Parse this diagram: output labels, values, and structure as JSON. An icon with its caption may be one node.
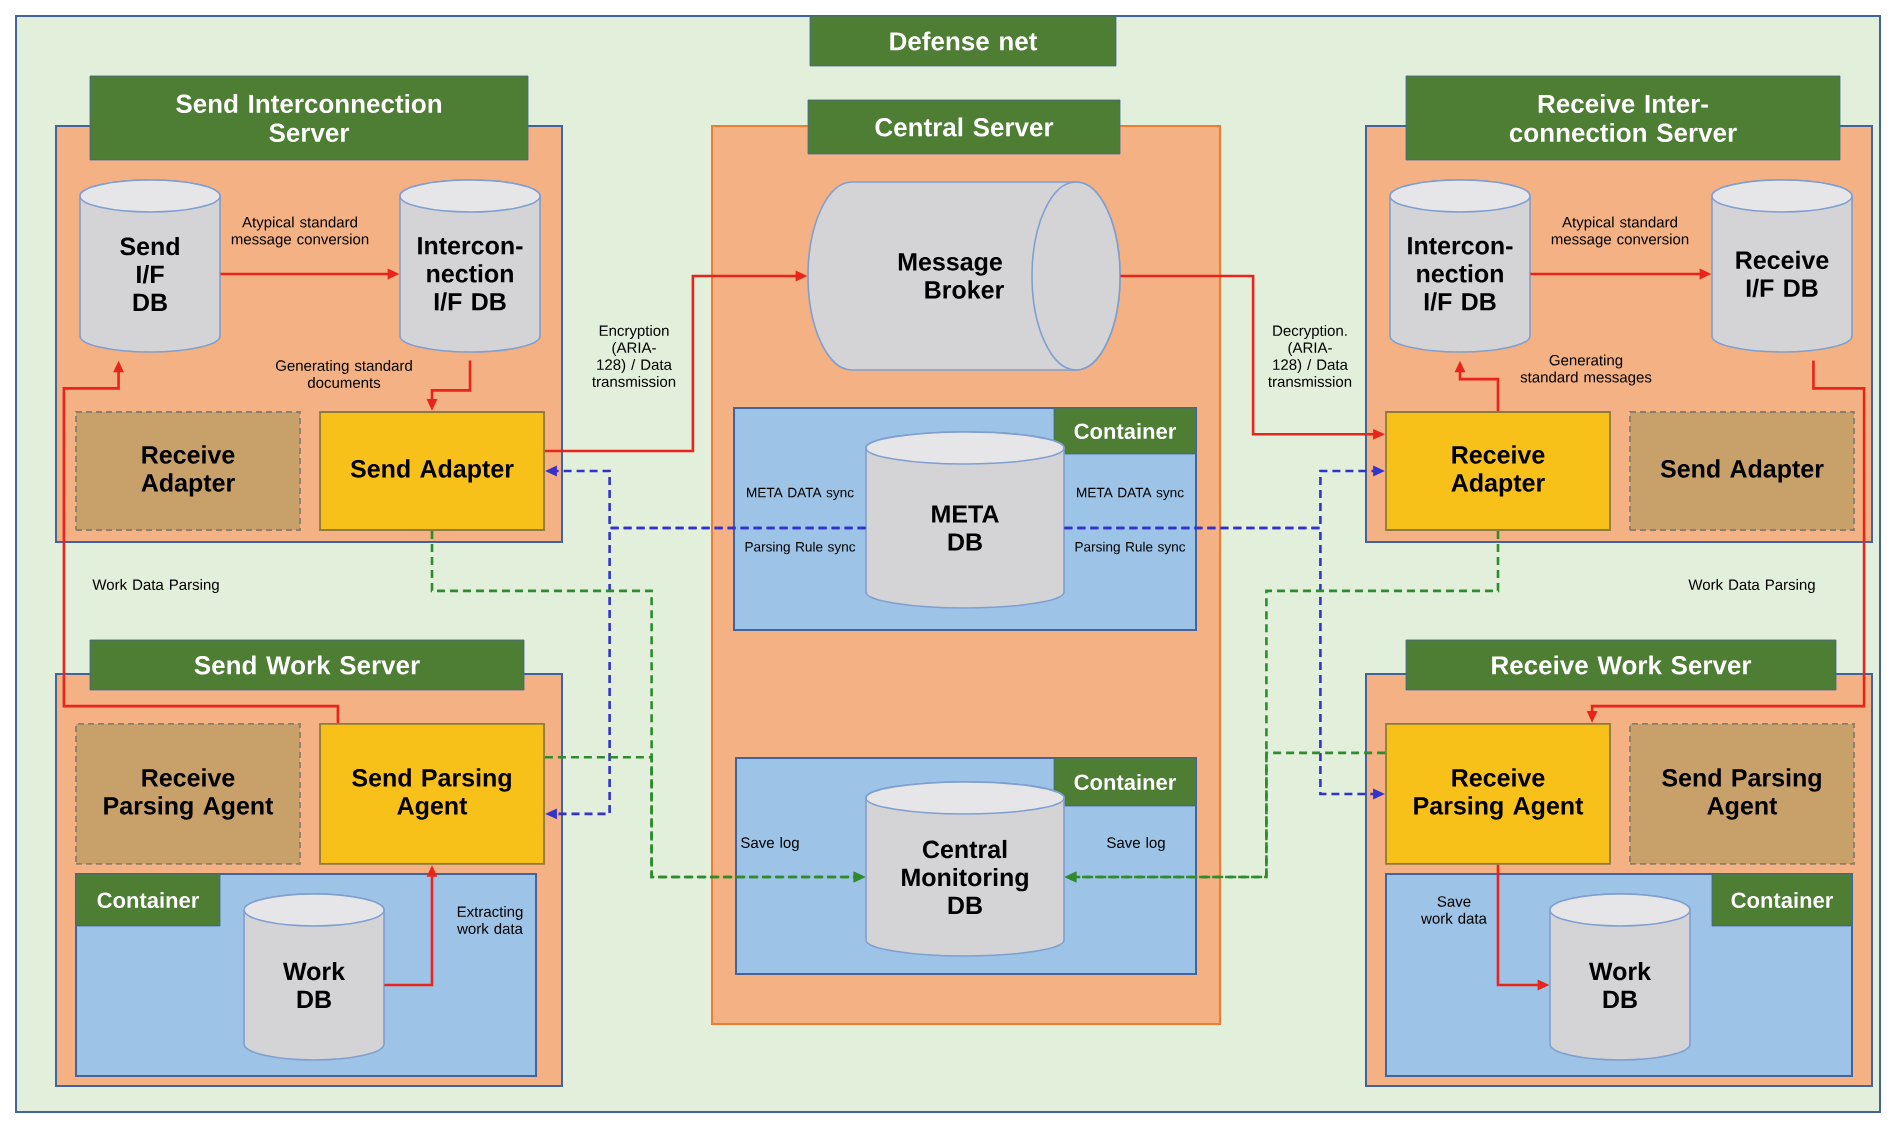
{
  "diagram": {
    "nodes": [
      {
        "text": [
          "Defense net"
        ]
      },
      {
        "text": [
          "Send Interconnection Server"
        ],
        "in": 0
      },
      {
        "text": [
          "Send I/F DB"
        ],
        "in": 1
      },
      {
        "text": [
          "Intercon- nection I/F DB"
        ],
        "in": 1
      },
      {
        "text": [
          "Receive Adapter"
        ],
        "in": 1
      },
      {
        "text": [
          "Send Adapter"
        ],
        "in": 1
      },
      {
        "text": [
          "Send Work Server"
        ],
        "in": 0
      },
      {
        "text": [
          "Receive Parsing Agent"
        ],
        "in": 6
      },
      {
        "text": [
          "Send Parsing Agent"
        ],
        "in": 6
      },
      {
        "text": [
          "Container"
        ],
        "in": 6
      },
      {
        "text": [
          "Work DB"
        ],
        "in": 9
      },
      {
        "text": [
          "Central Server"
        ],
        "in": 0
      },
      {
        "text": [
          "Message Broker"
        ],
        "in": 11
      },
      {
        "text": [
          "Container"
        ],
        "in": 11
      },
      {
        "text": [
          "META DB"
        ],
        "in": 13
      },
      {
        "text": [
          "Container"
        ],
        "in": 11
      },
      {
        "text": [
          "Central Monitoring DB"
        ],
        "in": 15
      },
      {
        "text": [
          "Receive Inter-connection Server"
        ],
        "in": 0
      },
      {
        "text": [
          "Intercon- nection I/F DB"
        ],
        "in": 17
      },
      {
        "text": [
          "Receive I/F DB"
        ],
        "in": 17
      },
      {
        "text": [
          "Receive Adapter"
        ],
        "in": 17
      },
      {
        "text": [
          "Send Adapter"
        ],
        "in": 17
      },
      {
        "text": [
          "Receive Work Server"
        ],
        "in": 0
      },
      {
        "text": [
          "Receive Parsing Agent"
        ],
        "in": 22
      },
      {
        "text": [
          "Send Parsing Agent"
        ],
        "in": 22
      },
      {
        "text": [
          "Container"
        ],
        "in": 22
      },
      {
        "text": [
          "Work DB"
        ],
        "in": 25
      }
    ],
    "edges": [
      {
        "from": 2,
        "to": 3,
        "arrow": "to",
        "label": "Atypical standard message conversion"
      },
      {
        "from": 3,
        "to": 5,
        "arrow": "to",
        "label": "Generating standard documents"
      },
      {
        "from": 5,
        "to": 12,
        "arrow": "to",
        "label": "Encryption (ARIA-128) / Data transmission"
      },
      {
        "from": 12,
        "to": 20,
        "arrow": "to",
        "label": "Decryption. (ARIA-128) / Data transmission"
      },
      {
        "from": 20,
        "to": 18,
        "arrow": "to",
        "label": "Generating standard messages"
      },
      {
        "from": 18,
        "to": 19,
        "arrow": "to",
        "label": "Atypical standard message conversion"
      },
      {
        "from": 8,
        "to": 2,
        "arrow": "to",
        "label": "Work Data Parsing"
      },
      {
        "from": 10,
        "to": 8,
        "arrow": "to",
        "label": "Extracting work data"
      },
      {
        "from": 19,
        "to": 23,
        "arrow": "to",
        "label": "Work Data Parsing"
      },
      {
        "from": 23,
        "to": 26,
        "arrow": "to",
        "label": "Save work data"
      },
      {
        "from": 14,
        "to": 5,
        "arrow": "to",
        "label": "META DATA sync",
        "style": "dashed",
        "color": "#3333cc"
      },
      {
        "from": 14,
        "to": 8,
        "arrow": "to",
        "label": "Parsing Rule sync",
        "style": "dashed",
        "color": "#3333cc"
      },
      {
        "from": 14,
        "to": 20,
        "arrow": "to",
        "label": "META DATA sync",
        "style": "dashed",
        "color": "#3333cc"
      },
      {
        "from": 14,
        "to": 23,
        "arrow": "to",
        "label": "Parsing Rule sync",
        "style": "dashed",
        "color": "#3333cc"
      },
      {
        "from": 5,
        "to": 16,
        "arrow": "to",
        "style": "dashed",
        "color": "#2e8b2e"
      },
      {
        "from": 8,
        "to": 16,
        "arrow": "to",
        "label": "Save log",
        "style": "dashed",
        "color": "#2e8b2e"
      },
      {
        "from": 20,
        "to": 16,
        "arrow": "to",
        "style": "dashed",
        "color": "#2e8b2e"
      },
      {
        "from": 23,
        "to": 16,
        "arrow": "to",
        "label": "Save log",
        "style": "dashed",
        "color": "#2e8b2e"
      }
    ]
  }
}
